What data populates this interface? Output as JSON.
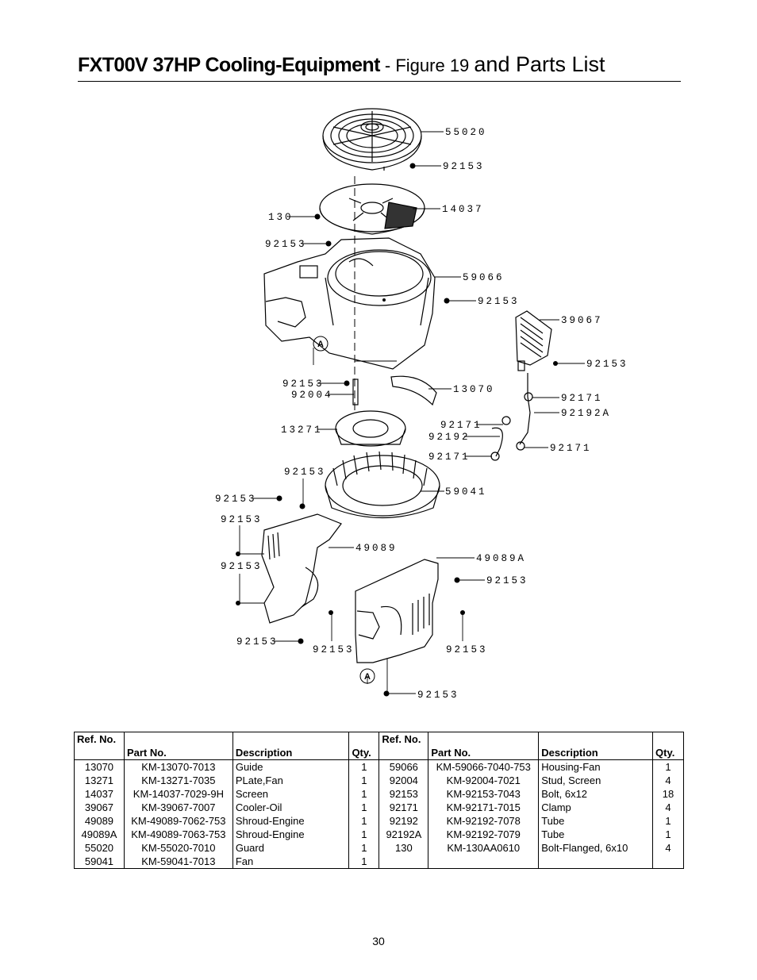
{
  "title": {
    "bold": "FXT00V 37HP Cooling-Equipment",
    "thin": " - Figure 19 ",
    "big": "and Parts List"
  },
  "callouts": {
    "c55020": "55020",
    "c92153a": "92153",
    "c14037": "14037",
    "c130": "130",
    "c92153b": "92153",
    "c59066": "59066",
    "c92153c": "92153",
    "c39067": "39067",
    "c92153d": "92153",
    "c92153e": "92153",
    "c92004": "92004",
    "c13070": "13070",
    "c92171a": "92171",
    "c92192A": "92192A",
    "c13271": "13271",
    "c92171b": "92171",
    "c92192": "92192",
    "c92171c": "92171",
    "c92171d": "92171",
    "c92153f": "92153",
    "c59041": "59041",
    "c92153g": "92153",
    "c92153h": "92153",
    "c49089": "49089",
    "c49089A": "49089A",
    "c92153i": "92153",
    "c92153j": "92153",
    "c92153k": "92153",
    "c92153l": "92153",
    "c92153m": "92153",
    "c92153n": "92153",
    "markA1": "A",
    "markA2": "A"
  },
  "table": {
    "headers": {
      "ref": "Ref. No.",
      "part": "Part No.",
      "desc": "Description",
      "qty": "Qty."
    },
    "rows": [
      {
        "ref1": "13070",
        "part1": "KM-13070-7013",
        "desc1": "Guide",
        "qty1": "1",
        "ref2": "59066",
        "part2": "KM-59066-7040-753",
        "desc2": "Housing-Fan",
        "qty2": "1"
      },
      {
        "ref1": "13271",
        "part1": "KM-13271-7035",
        "desc1": "PLate,Fan",
        "qty1": "1",
        "ref2": "92004",
        "part2": "KM-92004-7021",
        "desc2": "Stud, Screen",
        "qty2": "4"
      },
      {
        "ref1": "14037",
        "part1": "KM-14037-7029-9H",
        "desc1": "Screen",
        "qty1": "1",
        "ref2": "92153",
        "part2": "KM-92153-7043",
        "desc2": "Bolt, 6x12",
        "qty2": "18"
      },
      {
        "ref1": "39067",
        "part1": "KM-39067-7007",
        "desc1": "Cooler-Oil",
        "qty1": "1",
        "ref2": "92171",
        "part2": "KM-92171-7015",
        "desc2": "Clamp",
        "qty2": "4"
      },
      {
        "ref1": "49089",
        "part1": "KM-49089-7062-753",
        "desc1": "Shroud-Engine",
        "qty1": "1",
        "ref2": "92192",
        "part2": "KM-92192-7078",
        "desc2": "Tube",
        "qty2": "1"
      },
      {
        "ref1": "49089A",
        "part1": "KM-49089-7063-753",
        "desc1": "Shroud-Engine",
        "qty1": "1",
        "ref2": "92192A",
        "part2": "KM-92192-7079",
        "desc2": "Tube",
        "qty2": "1"
      },
      {
        "ref1": "55020",
        "part1": "KM-55020-7010",
        "desc1": "Guard",
        "qty1": "1",
        "ref2": "130",
        "part2": "KM-130AA0610",
        "desc2": "Bolt-Flanged, 6x10",
        "qty2": "4"
      },
      {
        "ref1": "59041",
        "part1": "KM-59041-7013",
        "desc1": "Fan",
        "qty1": "1",
        "ref2": "",
        "part2": "",
        "desc2": "",
        "qty2": ""
      }
    ]
  },
  "page_number": "30"
}
